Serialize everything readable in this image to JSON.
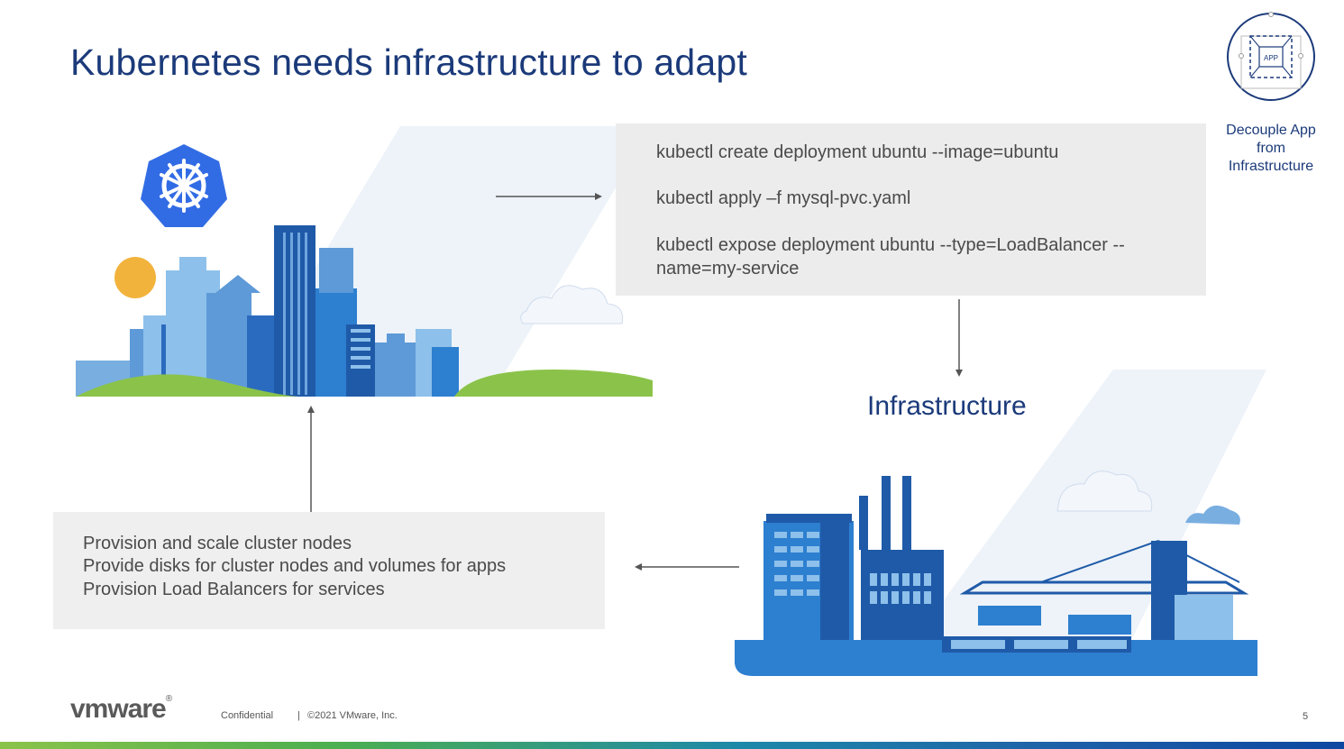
{
  "slide": {
    "title": "Kubernetes needs infrastructure to adapt",
    "page_number": "5"
  },
  "badge": {
    "icon_text": "APP",
    "label_lines": [
      "Decouple App",
      "from",
      "Infrastructure"
    ]
  },
  "commands": [
    "kubectl create deployment ubuntu --image=ubuntu",
    "kubectl apply –f mysql-pvc.yaml",
    "kubectl expose deployment ubuntu --type=LoadBalancer --",
    "name=my-service"
  ],
  "infrastructure": {
    "title": "Infrastructure"
  },
  "tasks": [
    "Provision and scale cluster nodes",
    "Provide disks for cluster nodes and volumes for apps",
    "Provision Load Balancers for services"
  ],
  "footer": {
    "logo_text": "vmware",
    "confidential": "Confidential",
    "separator": "|",
    "copyright": "©2021 VMware, Inc."
  },
  "colors": {
    "title": "#1b3a7a",
    "kubernetes_blue": "#326ce5",
    "box_gray": "#ececec"
  },
  "icons": [
    "kubernetes-logo-icon",
    "city-illustration",
    "factory-port-illustration",
    "app-decouple-icon"
  ]
}
